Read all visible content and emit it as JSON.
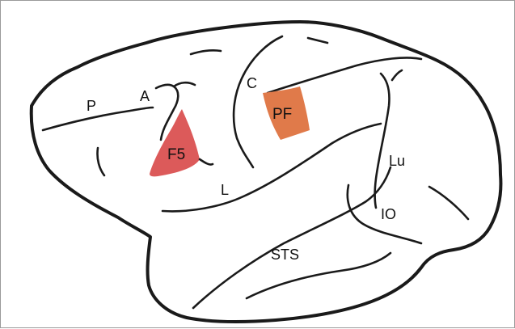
{
  "labels": {
    "P": "P",
    "A": "A",
    "C": "C",
    "F5": "F5",
    "PF": "PF",
    "L": "L",
    "Lu": "Lu",
    "IO": "IO",
    "STS": "STS"
  },
  "colors": {
    "f5_fill": "#dc5a5a",
    "pf_fill": "#e07a4a",
    "outline": "#1a1a1a"
  }
}
